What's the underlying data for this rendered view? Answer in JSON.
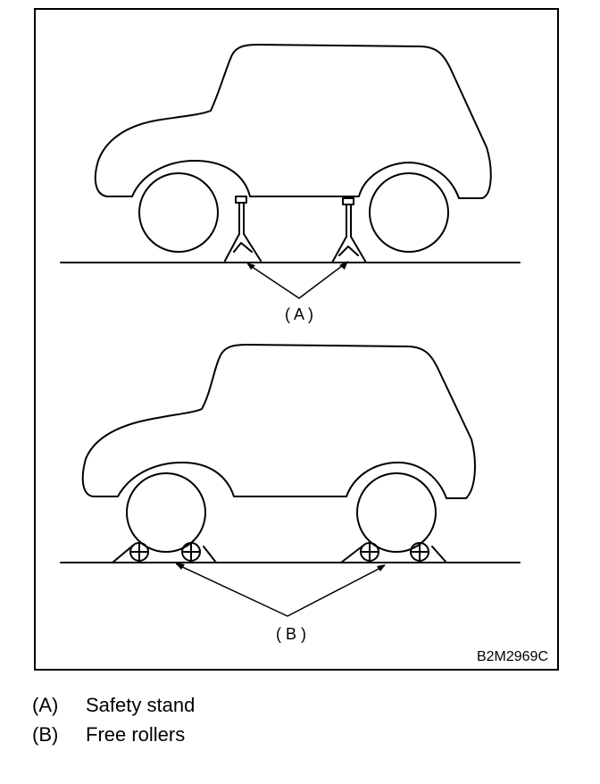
{
  "diagram": {
    "callout_a": "( A )",
    "callout_b": "( B )",
    "figure_code": "B2M2969C"
  },
  "legend": [
    {
      "key": "(A)",
      "text": "Safety stand"
    },
    {
      "key": "(B)",
      "text": "Free rollers"
    }
  ]
}
